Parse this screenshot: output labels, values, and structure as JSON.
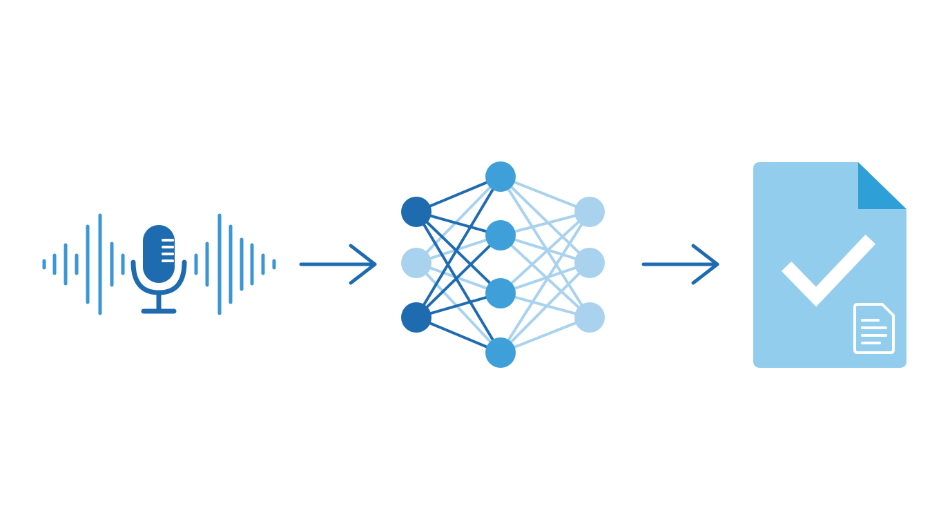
{
  "diagram": {
    "flow": [
      "audio-input",
      "neural-network",
      "verified-document"
    ],
    "icons": {
      "waveform": "sound-wave-icon",
      "microphone": "microphone-icon",
      "arrows": "arrow-right-icon",
      "network": "neural-network-icon",
      "document": "document-icon",
      "check": "checkmark-icon",
      "mini_doc": "text-file-icon"
    },
    "colors": {
      "dark_blue": "#1f6bb0",
      "mid_blue": "#3f9fd8",
      "light_blue": "#a9d2ee",
      "doc_fill": "#93cdee",
      "doc_fold": "#2f9fd8",
      "wave": "#3a96d4",
      "white": "#ffffff"
    }
  }
}
